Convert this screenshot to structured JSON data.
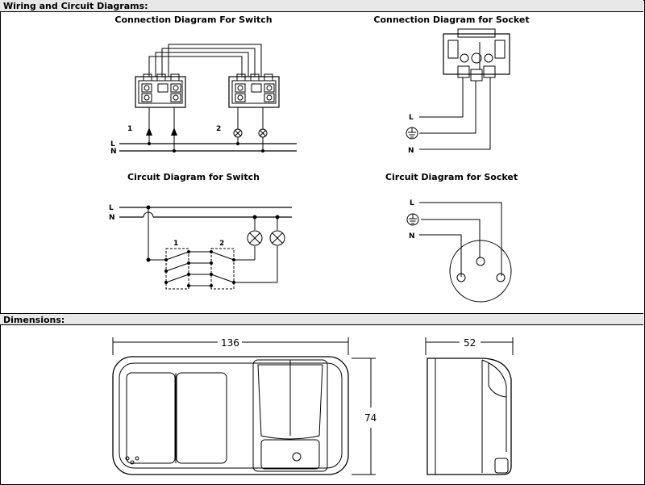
{
  "sections": {
    "wiring_header": "Wiring and Circuit Diagrams:",
    "dimensions_header": "Dimensions:"
  },
  "titles": {
    "conn_switch": "Connection Diagram For Switch",
    "conn_socket": "Connection Diagram for Socket",
    "circ_switch": "Circuit Diagram for Switch",
    "circ_socket": "Circuit Diagram for Socket"
  },
  "labels": {
    "L": "L",
    "N": "N",
    "one": "1",
    "two": "2"
  },
  "dimensions": {
    "width": "136",
    "height": "74",
    "depth": "52"
  }
}
